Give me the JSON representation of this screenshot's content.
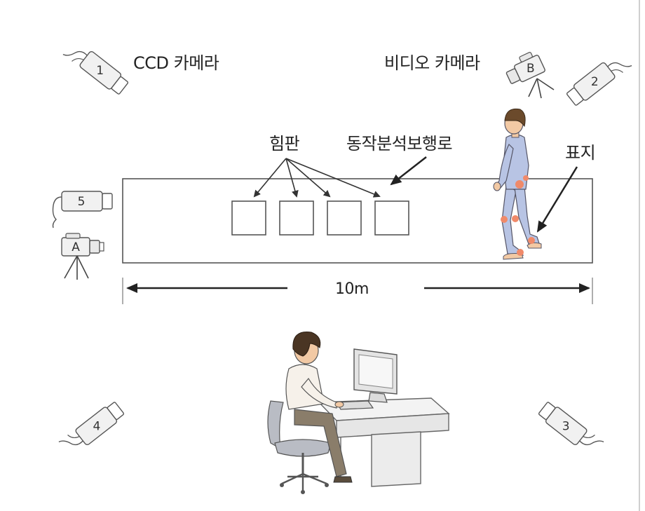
{
  "labels": {
    "ccd_camera": "CCD 카메라",
    "video_camera": "비디오 카메라",
    "force_plate": "힘판",
    "walkway": "동작분석보행로",
    "marker": "표지",
    "distance": "10m"
  },
  "cameras": {
    "ccd": [
      "1",
      "2",
      "3",
      "4",
      "5"
    ],
    "video": [
      "A",
      "B"
    ]
  },
  "colors": {
    "marker": "#f08a6a",
    "suit": "#b8c4e4",
    "line": "#333333",
    "camera_body": "#f1f1f1"
  }
}
